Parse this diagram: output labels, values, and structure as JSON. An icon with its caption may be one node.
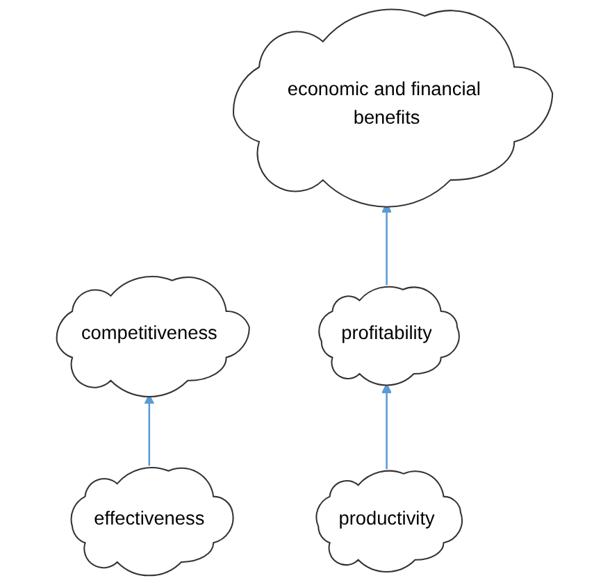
{
  "diagram": {
    "nodes": [
      {
        "text": [
          "economic and financial benefits"
        ]
      },
      {
        "text": [
          "competitiveness"
        ]
      },
      {
        "text": [
          "profitability"
        ]
      },
      {
        "text": [
          "effectiveness"
        ]
      },
      {
        "text": [
          "productivity"
        ]
      }
    ],
    "edges": [
      {
        "from": 2,
        "to": 0,
        "arrow": "to"
      },
      {
        "from": 3,
        "to": 1,
        "arrow": "to"
      },
      {
        "from": 4,
        "to": 2,
        "arrow": "to"
      }
    ]
  }
}
